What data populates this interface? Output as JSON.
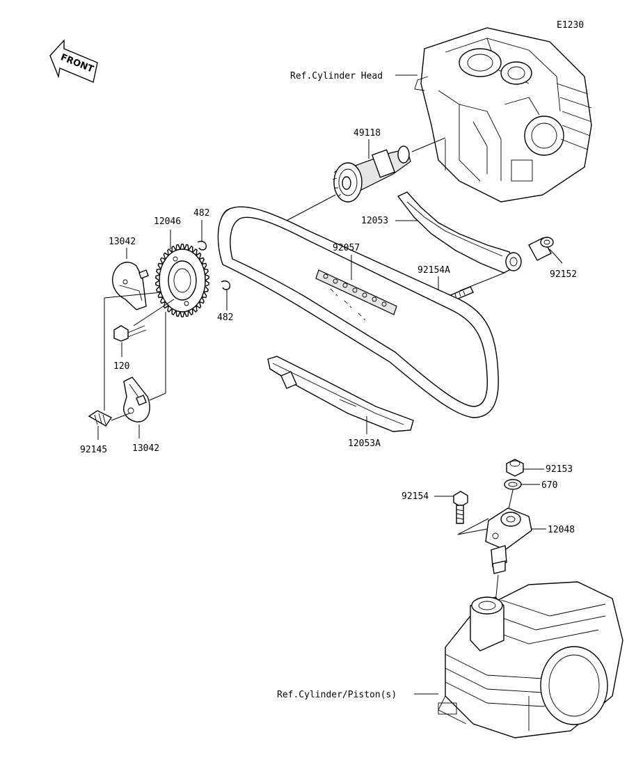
{
  "diagram": {
    "code": "E1230",
    "front_label": "FRONT",
    "refs": {
      "cylinder_head": "Ref.Cylinder Head",
      "cylinder_piston": "Ref.Cylinder/Piston(s)"
    },
    "parts": {
      "p49118": "49118",
      "p12053": "12053",
      "p92057": "92057",
      "p92154A": "92154A",
      "p92152": "92152",
      "p12046": "12046",
      "p482a": "482",
      "p482b": "482",
      "p13042a": "13042",
      "p13042b": "13042",
      "p120": "120",
      "p92145": "92145",
      "p12053A": "12053A",
      "p92153": "92153",
      "p670": "670",
      "p92154": "92154",
      "p12048": "12048"
    }
  }
}
